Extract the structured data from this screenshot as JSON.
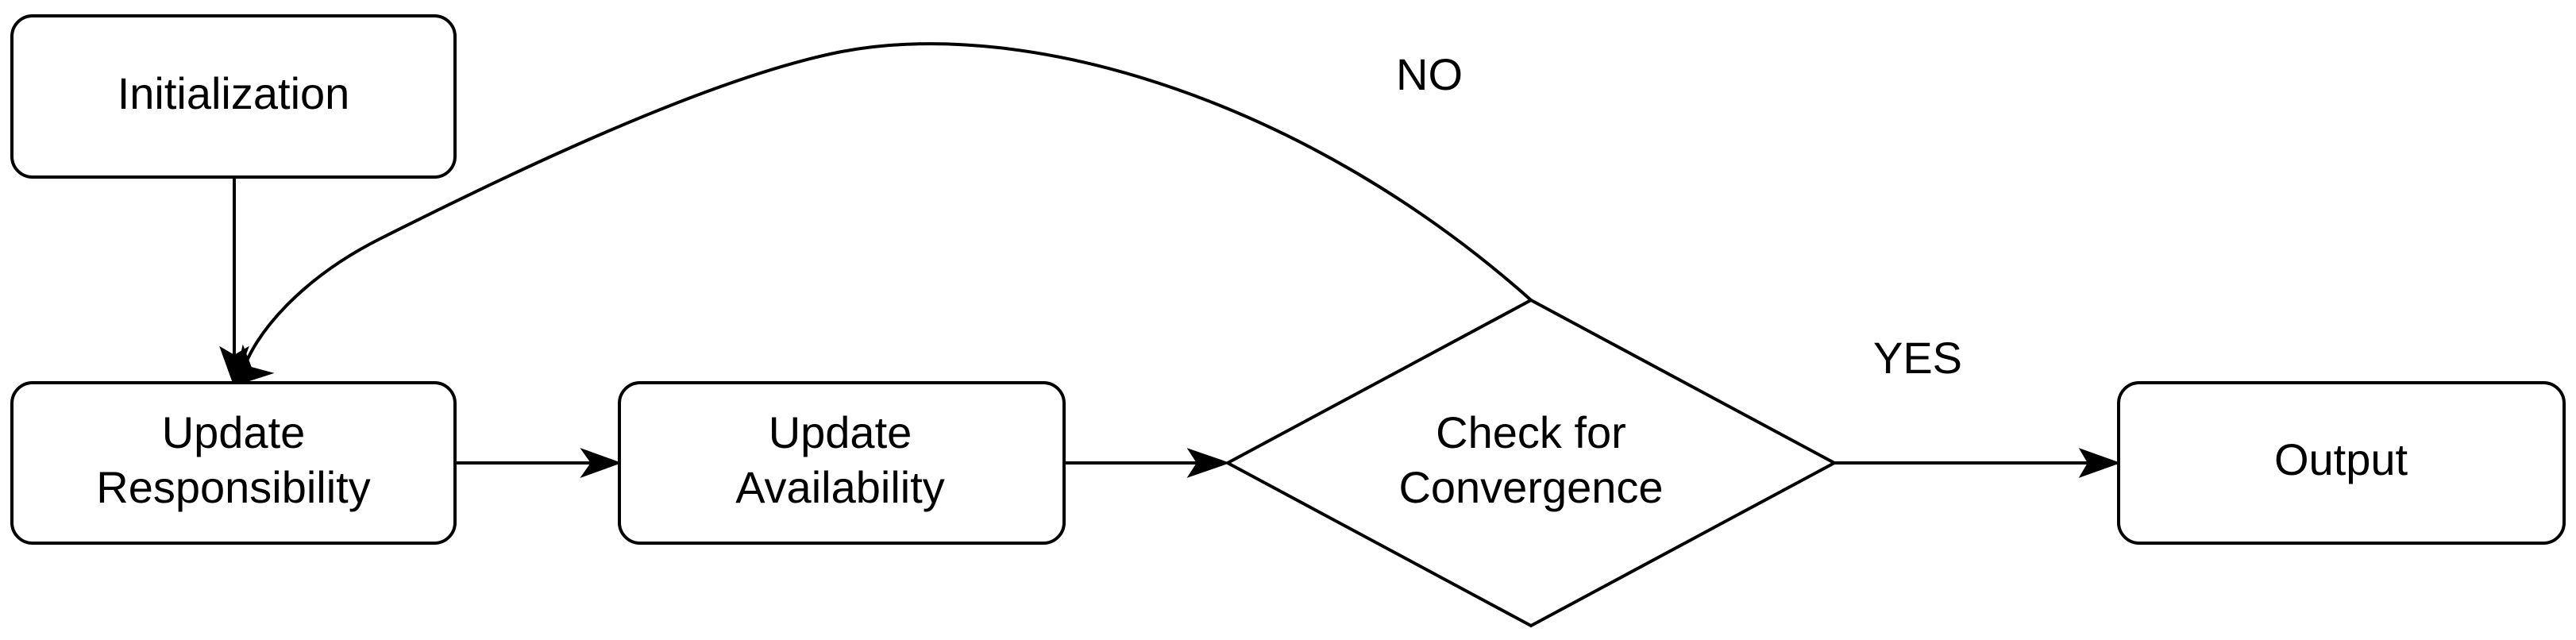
{
  "diagram": {
    "nodes": {
      "initialization": {
        "label": "Initialization"
      },
      "update_responsibility": {
        "line1": "Update",
        "line2": "Responsibility"
      },
      "update_availability": {
        "line1": "Update",
        "line2": "Availability"
      },
      "check_convergence": {
        "line1": "Check for",
        "line2": "Convergence"
      },
      "output": {
        "label": "Output"
      }
    },
    "edges": {
      "no_label": "NO",
      "yes_label": "YES"
    },
    "colors": {
      "stroke": "#000000",
      "fill": "#ffffff"
    }
  }
}
